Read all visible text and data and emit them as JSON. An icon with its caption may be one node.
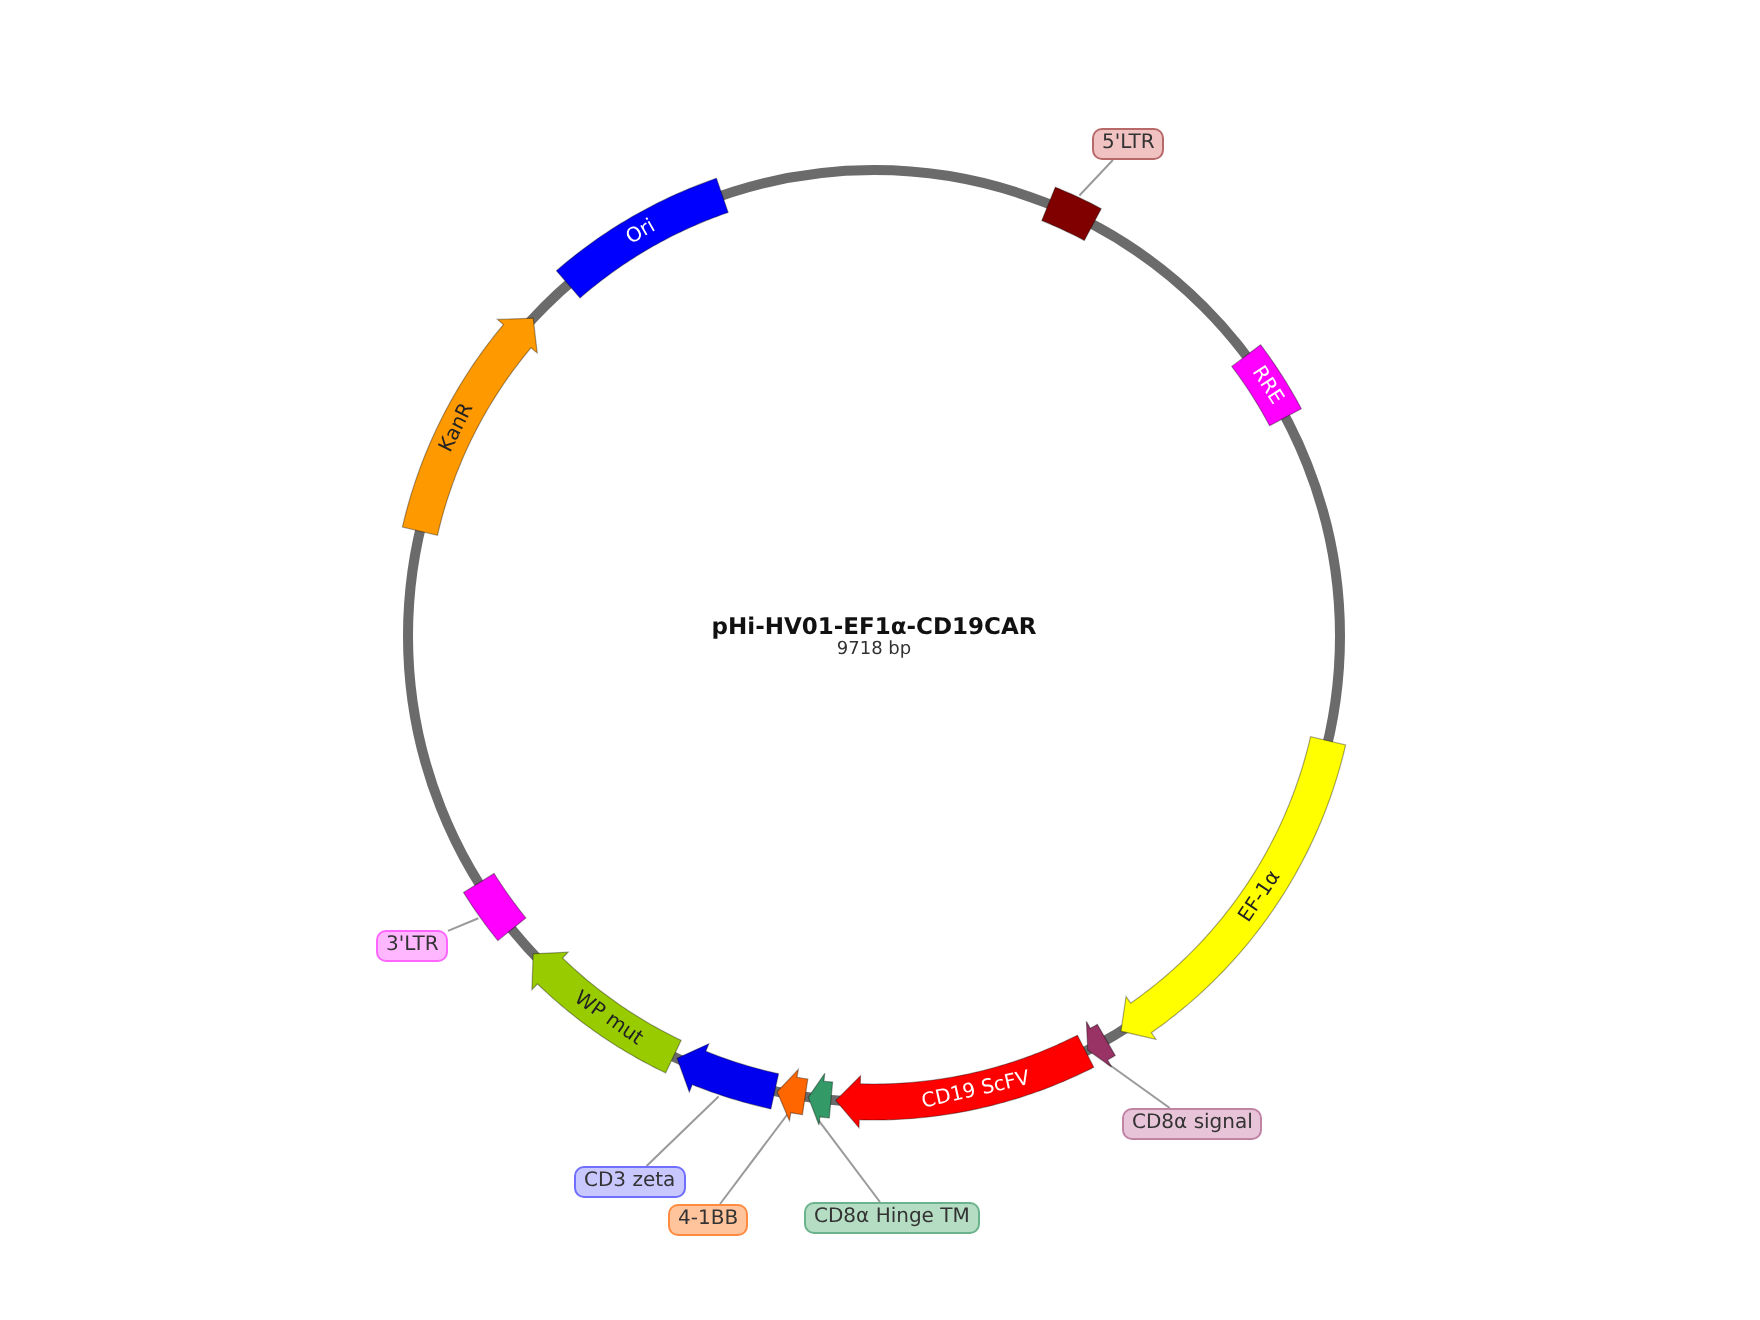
{
  "diagram": {
    "title": "pHi-HV01-EF1α-CD19CAR",
    "nodes": [
      {
        "text": [
          "Ori"
        ]
      },
      {
        "text": [
          "5'LTR"
        ]
      },
      {
        "text": [],
        "shape": "box"
      },
      {
        "text": [
          "RRE"
        ]
      },
      {
        "text": [
          "KanR"
        ]
      },
      {
        "text": [
          "EF-1α"
        ]
      },
      {
        "text": [],
        "shape": "box"
      },
      {
        "text": [
          "3'LTR"
        ]
      },
      {
        "text": [
          "WP mut"
        ]
      },
      {
        "text": [],
        "shape": "arrow"
      },
      {
        "text": [
          "CD19 ScFV"
        ]
      },
      {
        "text": [],
        "shape": "arrow"
      },
      {
        "text": [],
        "shape": "arrow"
      },
      {
        "text": [],
        "shape": "arrow"
      },
      {
        "text": [
          "CD8α signal"
        ]
      },
      {
        "text": [
          "CD3 zeta"
        ]
      },
      {
        "text": [
          "4-1BB"
        ]
      },
      {
        "text": [
          "CD8α Hinge TM"
        ]
      }
    ],
    "edges": [
      {
        "from": 1,
        "to": 2,
        "arrow": "none"
      },
      {
        "from": 7,
        "to": 6,
        "arrow": "none"
      },
      {
        "from": 14,
        "to": 9,
        "arrow": "none"
      },
      {
        "from": 15,
        "to": 11,
        "arrow": "none"
      },
      {
        "from": 16,
        "to": 12,
        "arrow": "none"
      },
      {
        "from": 17,
        "to": 13,
        "arrow": "none"
      }
    ],
    "labels": [
      "9718 bp"
    ]
  }
}
